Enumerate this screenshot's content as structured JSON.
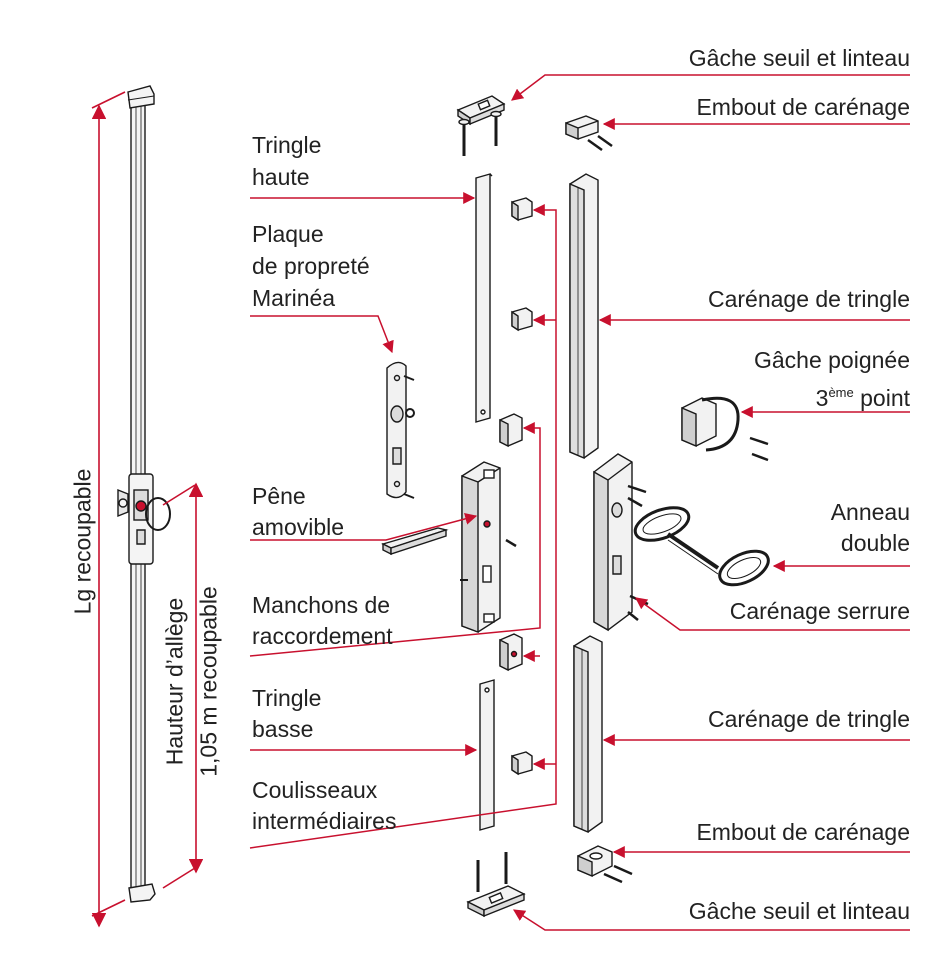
{
  "colors": {
    "callout": "#c8102e",
    "outline": "#1a1a1a",
    "part_fill": "#f2f2f2",
    "part_shade": "#cfcfcf",
    "text": "#222222"
  },
  "labels": {
    "gache_seuil_top": "Gâche seuil et linteau",
    "embout_top": "Embout de carénage",
    "tringle_haute_1": "Tringle",
    "tringle_haute_2": "haute",
    "plaque_1": "Plaque",
    "plaque_2": "de propreté",
    "plaque_3": "Marinéa",
    "carenage_tringle_top": "Carénage de tringle",
    "gache_poignee_1": "Gâche poignée",
    "gache_poignee_2a": "3",
    "gache_poignee_2sup": "ème",
    "gache_poignee_2b": " point",
    "pene_1": "Pêne",
    "pene_2": "amovible",
    "anneau_1": "Anneau",
    "anneau_2": "double",
    "manchons_1": "Manchons de",
    "manchons_2": "raccordement",
    "carenage_serrure": "Carénage serrure",
    "tringle_basse_1": "Tringle",
    "tringle_basse_2": "basse",
    "carenage_tringle_bottom": "Carénage de tringle",
    "coulisseaux_1": "Coulisseaux",
    "coulisseaux_2": "intermédiaires",
    "embout_bottom": "Embout de carénage",
    "gache_seuil_bottom": "Gâche seuil et linteau",
    "lg": "Lg recoupable",
    "hauteur_1": "Hauteur d’allège",
    "hauteur_2": "1,05 m recoupable"
  }
}
